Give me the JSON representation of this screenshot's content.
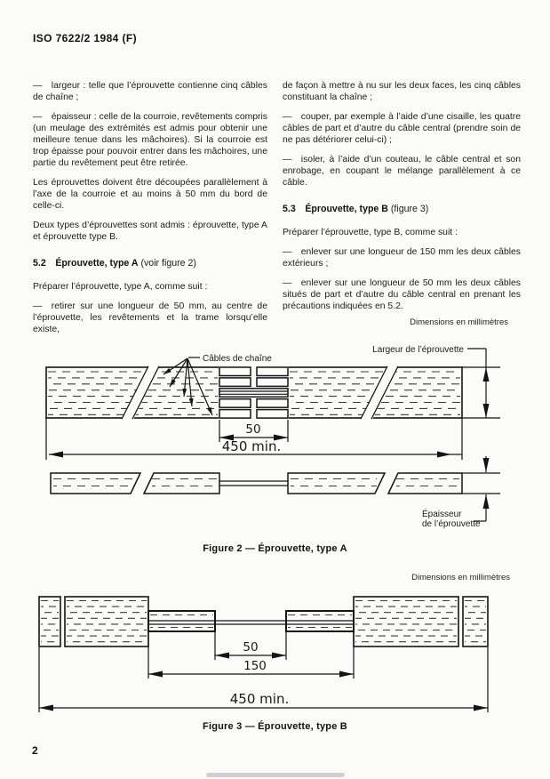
{
  "page": {
    "doc_ref": "ISO 7622/2 1984 (F)",
    "page_number": "2"
  },
  "sections": {
    "left_column": [
      {
        "style": "bullet",
        "text": "largeur : telle que l’éprouvette contienne cinq câbles de chaîne ;"
      },
      {
        "style": "bullet",
        "text": "épaisseur : celle de la courroie, revêtements compris (un meulage des extrémités est admis pour obtenir une meilleure tenue dans les mâchoires). Si la courroie est trop épaisse pour pouvoir entrer dans les mâchoires, une partie du revêtement peut être retirée."
      },
      {
        "style": "para",
        "text": "Les éprouvettes doivent être découpées parallèlement à l’axe de la courroie et au moins à 50 mm du bord de celle-ci."
      },
      {
        "style": "para",
        "text": "Deux types d’éprouvettes sont admis : éprouvette, type A et éprouvette type B."
      },
      {
        "style": "heading",
        "num": "5.2",
        "title": "Éprouvette, type A",
        "rest": "(voir figure 2)"
      },
      {
        "style": "para",
        "text": "Préparer l’éprouvette, type A, comme suit :"
      },
      {
        "style": "bullet",
        "text": "retirer sur une longueur de 50 mm, au centre de l’éprouvette, les revêtements et la trame lorsqu’elle existe,"
      }
    ],
    "right_column": [
      {
        "style": "para",
        "text": "de façon à mettre à nu sur les deux faces, les cinq câbles constituant la chaîne ;"
      },
      {
        "style": "bullet",
        "text": "couper, par exemple à l’aide d’une cisaille, les quatre câbles de part et d’autre du câble central (prendre soin de ne pas détériorer celui-ci) ;"
      },
      {
        "style": "bullet",
        "text": "isoler, à l’aide d’un couteau, le câble central et son enrobage, en coupant le mélange parallèlement à ce câble."
      },
      {
        "style": "heading",
        "num": "5.3",
        "title": "Éprouvette, type B",
        "rest": "(figure 3)"
      },
      {
        "style": "para",
        "text": "Préparer l’éprouvette, type B, comme suit :"
      },
      {
        "style": "bullet",
        "text": "enlever sur une longueur de 150 mm les deux câbles extérieurs ;"
      },
      {
        "style": "bullet",
        "text": "enlever sur une longueur de 50 mm les deux câbles situés de part et d’autre du câble central en prenant les précautions indiquées en 5.2."
      }
    ]
  },
  "figure2": {
    "dimensions_note": "Dimensions en millimètres",
    "label_cables": "Câbles de chaîne",
    "label_largeur": "Largeur de l’éprouvette",
    "label_epaisseur_line1": "Épaisseur",
    "label_epaisseur_line2": "de l’éprouvette",
    "dim_50": "50",
    "dim_450": "450 min.",
    "caption": "Figure 2 — Éprouvette, type A"
  },
  "figure3": {
    "dimensions_note": "Dimensions en millimètres",
    "dim_50": "50",
    "dim_150": "150",
    "dim_450": "450 min.",
    "caption": "Figure 3 — Éprouvette, type B"
  }
}
